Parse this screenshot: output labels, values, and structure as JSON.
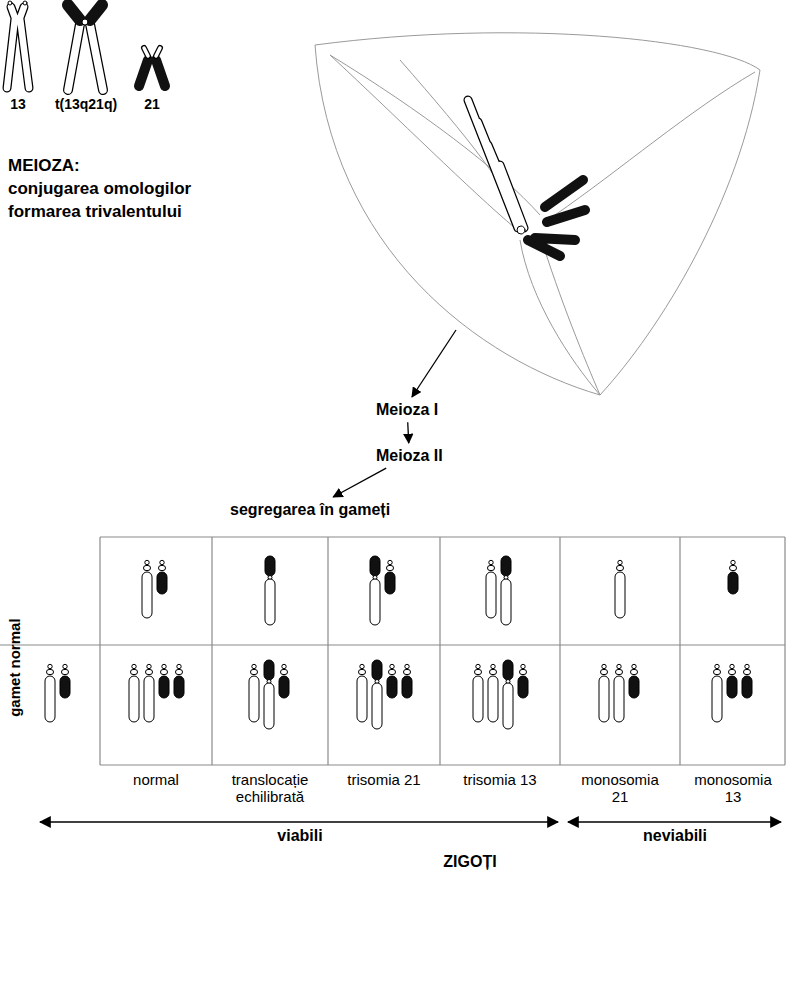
{
  "diagram": {
    "nodes": [
      {
        "text": [
          "Meioza I"
        ]
      },
      {
        "text": [
          "Meioza II"
        ]
      },
      {
        "text": [
          "segregarea în gameți"
        ]
      }
    ],
    "edges": [
      {
        "from": 0,
        "to": 1,
        "arrow": "to"
      },
      {
        "from": 1,
        "to": 2,
        "arrow": "to"
      }
    ],
    "labels": [
      "13",
      "t(13q21q)",
      "21",
      "MEIOZA:",
      "conjugarea omologilor",
      "formarea trivalentului",
      "gamet normal",
      "normal",
      "translocație echilibrată",
      "trisomia 21",
      "trisomia 13",
      "monosomia 21",
      "monosomia 13",
      "viabili",
      "neviabili",
      "ZIGOȚI"
    ]
  }
}
